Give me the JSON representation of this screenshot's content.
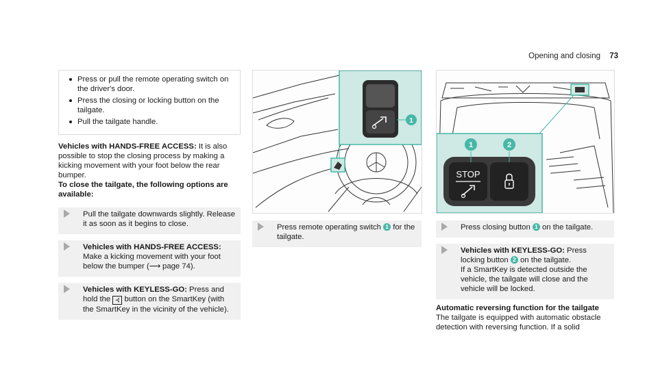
{
  "header": {
    "section": "Opening and closing",
    "page": "73"
  },
  "col1": {
    "bullets": [
      "Press or pull the remote operating switch on the driver's door.",
      "Press the closing or locking button on the tailgate.",
      "Pull the tailgate handle."
    ],
    "hfa_title": "Vehicles with HANDS-FREE ACCESS:",
    "hfa_text": " It is also possible to stop the closing process by making a kicking movement with your foot below the rear bumper.",
    "close_heading": "To close the tailgate, the following options are available:",
    "step1": "Pull the tailgate downwards slightly. Release it as soon as it begins to close.",
    "step2_title": "Vehicles with HANDS-FREE ACCESS:",
    "step2_text": " Make a kicking movement with your foot below the bumper (",
    "step2_ref_arrow": "⟶",
    "step2_ref": " page 74).",
    "step3_title": "Vehicles with KEYLESS-GO:",
    "step3_a": " Press and hold the ",
    "step3_glyph": "⊰",
    "step3_b": " button on the SmartKey (with the SmartKey in the vicinity of the vehicle)."
  },
  "col2": {
    "step_a": "Press remote operating switch ",
    "step_num": "1",
    "step_b": " for the tailgate.",
    "callout": "1"
  },
  "col3": {
    "callout1": "1",
    "callout2": "2",
    "stop_label": "STOP",
    "step1_a": "Press closing button ",
    "step1_num": "1",
    "step1_b": " on the tailgate.",
    "step2_title": "Vehicles with KEYLESS-GO:",
    "step2_a": " Press locking button ",
    "step2_num": "2",
    "step2_b": " on the tailgate.",
    "step2_c": "If a SmartKey is detected outside the vehicle, the tailgate will close and the vehicle will be locked.",
    "auto_heading": "Automatic reversing function for the tailgate",
    "auto_text": "The tailgate is equipped with automatic obstacle detection with reversing function. If a solid"
  },
  "colors": {
    "accent": "#47b7a7",
    "panel": "#cfe9e4",
    "shade": "#f0f0f0"
  }
}
